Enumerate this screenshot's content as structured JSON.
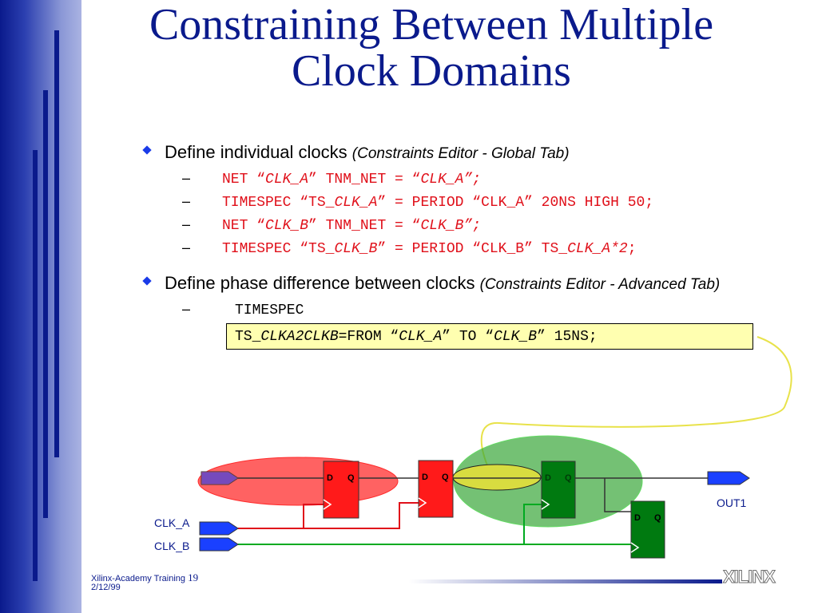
{
  "title": {
    "line1": "Constraining Between Multiple",
    "line2": "Clock Domains"
  },
  "bullet1": {
    "text": "Define individual clocks ",
    "note": "(Constraints Editor - Global Tab)"
  },
  "bullet1_items": [
    {
      "dash": "–",
      "a": "NET “",
      "b": "CLK_A",
      "c": "” TNM_NET = “",
      "d": "CLK_A",
      "e": "”;"
    },
    {
      "dash": "–",
      "a": "TIMESPEC “TS_",
      "b": "CLK_A",
      "c": "” = PERIOD “CLK_A” 20NS HIGH 50;"
    },
    {
      "dash": "–",
      "a": "NET “",
      "b": "CLK_B",
      "c": "” TNM_NET = “",
      "d": "CLK_B",
      "e": "”;"
    },
    {
      "dash": "–",
      "a": "TIMESPEC “TS_",
      "b": "CLK_B",
      "c": "” = PERIOD “CLK_B” TS_",
      "d": "CLK_A*2",
      "e": ";"
    }
  ],
  "bullet2": {
    "text": "Define phase difference between clocks ",
    "note": "(Constraints Editor - Advanced Tab)"
  },
  "bullet2_item": {
    "dash": "–",
    "text": "TIMESPEC"
  },
  "codebox": {
    "a": "TS_",
    "b": "CLKA2CLKB",
    "c": "=FROM “",
    "d": "CLK_A",
    "e": "” TO “",
    "f": "CLK_B",
    "g": "” 15NS;"
  },
  "diagram": {
    "ff_d": "D",
    "ff_q": "Q",
    "clk_a": "CLK_A",
    "clk_b": "CLK_B",
    "out": "OUT1",
    "colors": {
      "red_ff": "#ff1a1a",
      "green_ff": "#007a10",
      "red_ellipse": "#ff5a5a",
      "green_ellipse": "#3aa83a",
      "yellow": "#e8e24a",
      "port": "#1a40ff"
    }
  },
  "footer": {
    "org": "Xilinx-Academy Training",
    "page": "19",
    "date": "2/12/99",
    "logo": "XILINX"
  }
}
